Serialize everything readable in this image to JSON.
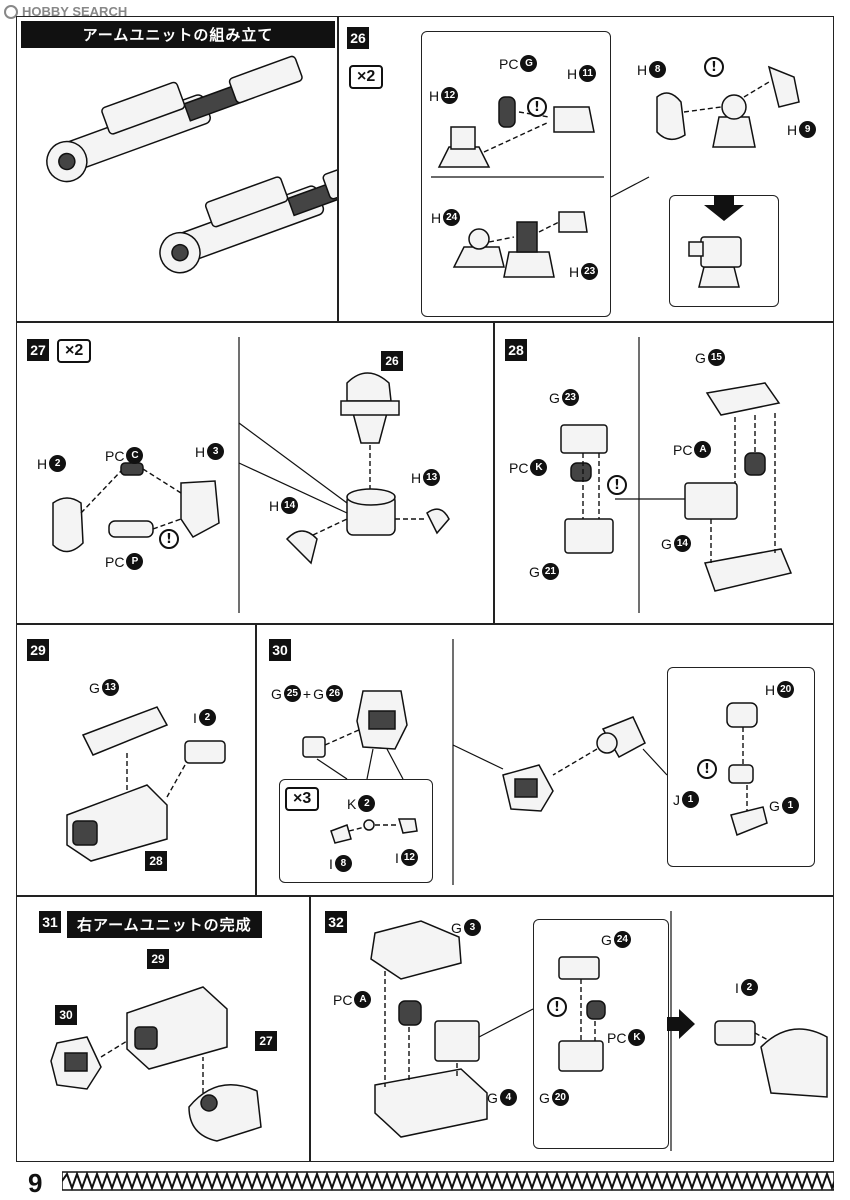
{
  "watermark": "HOBBY SEARCH",
  "page_number": "9",
  "sections": {
    "arm_assembly_title": "アームユニットの組み立て",
    "right_arm_complete_title": "右アームユニットの完成"
  },
  "steps": {
    "s26": {
      "num": "26",
      "mult": "×2",
      "labels": {
        "pcg_pre": "PC",
        "pcg": "G",
        "h11_pre": "H",
        "h11": "11",
        "h12_pre": "H",
        "h12": "12",
        "h8_pre": "H",
        "h8": "8",
        "h9_pre": "H",
        "h9": "9",
        "h24_pre": "H",
        "h24": "24",
        "h23_pre": "H",
        "h23": "23"
      },
      "warn": "!"
    },
    "s27": {
      "num": "27",
      "mult": "×2",
      "ref": "26",
      "labels": {
        "h2_pre": "H",
        "h2": "2",
        "pcc_pre": "PC",
        "pcc": "C",
        "h3_pre": "H",
        "h3": "3",
        "pcp_pre": "PC",
        "pcp": "P",
        "h14_pre": "H",
        "h14": "14",
        "h13_pre": "H",
        "h13": "13"
      },
      "warn": "!"
    },
    "s28": {
      "num": "28",
      "labels": {
        "g23_pre": "G",
        "g23": "23",
        "pck_pre": "PC",
        "pck": "K",
        "g21_pre": "G",
        "g21": "21",
        "g15_pre": "G",
        "g15": "15",
        "pca_pre": "PC",
        "pca": "A",
        "g14_pre": "G",
        "g14": "14"
      },
      "warn": "!"
    },
    "s29": {
      "num": "29",
      "ref": "28",
      "labels": {
        "g13_pre": "G",
        "g13": "13",
        "i2_pre": "I",
        "i2": "2"
      }
    },
    "s30": {
      "num": "30",
      "mult": "×3",
      "plus": "+",
      "labels": {
        "g25_pre": "G",
        "g25": "25",
        "g26_pre": "G",
        "g26": "26",
        "k2_pre": "K",
        "k2": "2",
        "i8_pre": "I",
        "i8": "8",
        "i12_pre": "I",
        "i12": "12",
        "h20_pre": "H",
        "h20": "20",
        "j1_pre": "J",
        "j1": "1",
        "g1_pre": "G",
        "g1": "1"
      },
      "warn": "!"
    },
    "s31": {
      "num": "31",
      "refs": [
        "29",
        "30",
        "27"
      ]
    },
    "s32": {
      "num": "32",
      "labels": {
        "g3_pre": "G",
        "g3": "3",
        "pca_pre": "PC",
        "pca": "A",
        "g4_pre": "G",
        "g4": "4",
        "g24_pre": "G",
        "g24": "24",
        "pck_pre": "PC",
        "pck": "K",
        "g20_pre": "G",
        "g20": "20",
        "i2_pre": "I",
        "i2": "2"
      },
      "warn": "!"
    }
  }
}
